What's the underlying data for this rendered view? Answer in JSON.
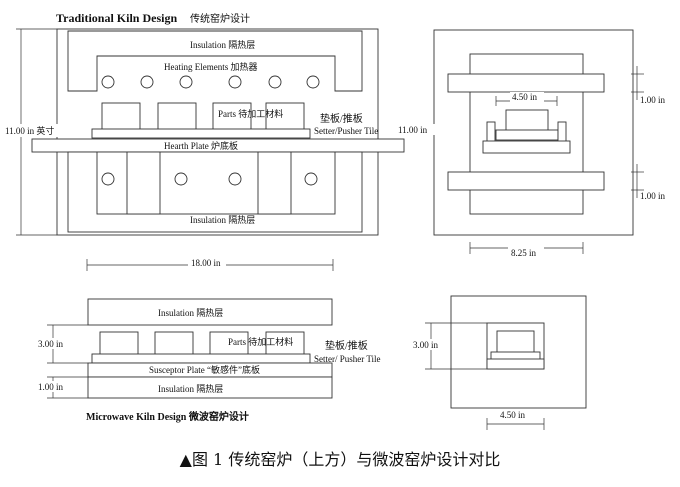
{
  "traditional": {
    "title_en": "Traditional Kiln Design",
    "title_cn": "传统窑炉设计",
    "insulation_top": "Insulation  隔热层",
    "heating": "Heating Elements  加热器",
    "parts": "Parts  待加工材料",
    "setter_cn": "垫板/推板",
    "setter_en": "Setter/Pusher Tile",
    "hearth": "Hearth Plate  炉底板",
    "insulation_bottom": "Insulation  隔热层",
    "height_dim": "11.00 in  英寸",
    "width_dim": "18.00 in"
  },
  "traditional_side": {
    "inner_width": "4.50 in",
    "height": "11.00 in",
    "top_gap": "1.00 in",
    "bottom_gap": "1.00 in",
    "width": "8.25 in"
  },
  "microwave": {
    "title": "Microwave Kiln Design  微波窑炉设计",
    "insulation_top": "Insulation 隔热层",
    "parts": "Parts  待加工材料",
    "setter_cn": "垫板/推板",
    "setter_en": "Setter/ Pusher Tile",
    "susceptor": "Susceptor Plate “敏感件”底板",
    "insulation_bottom": "Insulation  隔热层",
    "height_dim": "3.00 in",
    "base_dim": "1.00 in"
  },
  "microwave_side": {
    "height": "3.00 in",
    "width": "4.50 in"
  },
  "caption": "▲图 1  传统窑炉（上方）与微波窑炉设计对比"
}
